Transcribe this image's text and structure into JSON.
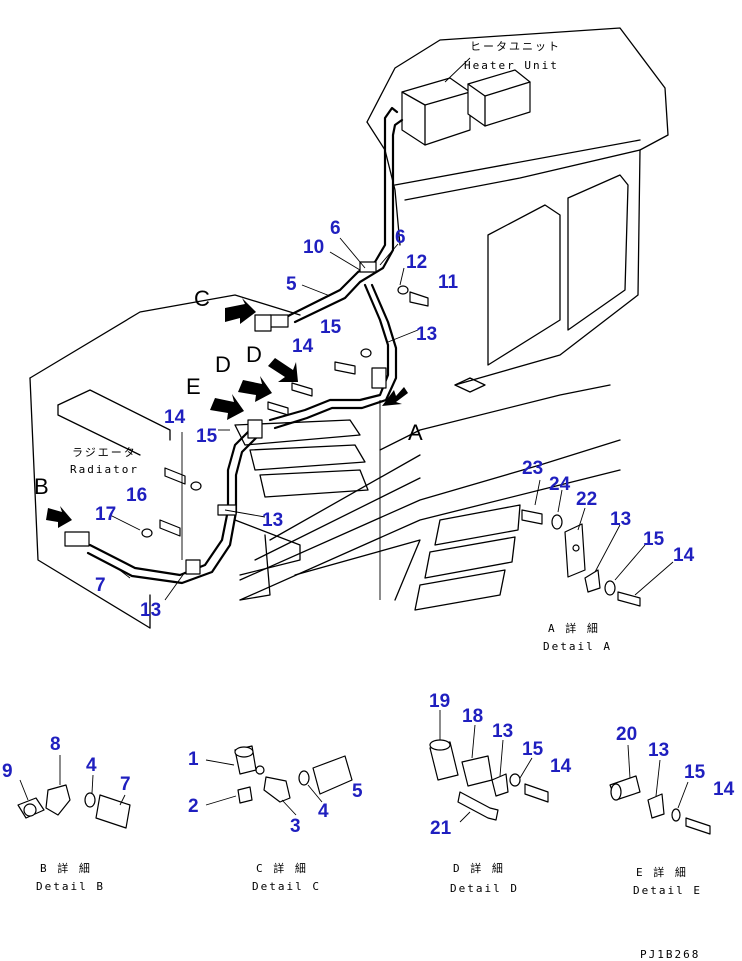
{
  "labels": {
    "heater_jp": "ヒータユニット",
    "heater_en": "Heater Unit",
    "radiator_jp": "ラジエータ",
    "radiator_en": "Radiator",
    "view_a": "A",
    "view_b": "B",
    "view_c": "C",
    "view_d1": "D",
    "view_d2": "D",
    "view_e": "E",
    "drawing_no": "PJ1B268"
  },
  "details": {
    "a_jp": "A 詳 細",
    "a_en": "Detail A",
    "b_jp": "B 詳 細",
    "b_en": "Detail B",
    "c_jp": "C 詳 細",
    "c_en": "Detail C",
    "d_jp": "D 詳 細",
    "d_en": "Detail D",
    "e_jp": "E 詳 細",
    "e_en": "Detail E"
  },
  "callouts": {
    "main": [
      "6",
      "10",
      "6",
      "5",
      "12",
      "11",
      "15",
      "13",
      "14",
      "14",
      "15",
      "16",
      "17",
      "7",
      "13",
      "13"
    ],
    "detail_a": [
      "23",
      "24",
      "22",
      "13",
      "15",
      "14"
    ],
    "detail_b": [
      "8",
      "9",
      "4",
      "7"
    ],
    "detail_c": [
      "1",
      "2",
      "3",
      "4",
      "5"
    ],
    "detail_d": [
      "19",
      "18",
      "13",
      "15",
      "14",
      "21"
    ],
    "detail_e": [
      "20",
      "13",
      "15",
      "14"
    ]
  },
  "colors": {
    "callout": "#1f1fbf",
    "line": "#000000"
  }
}
